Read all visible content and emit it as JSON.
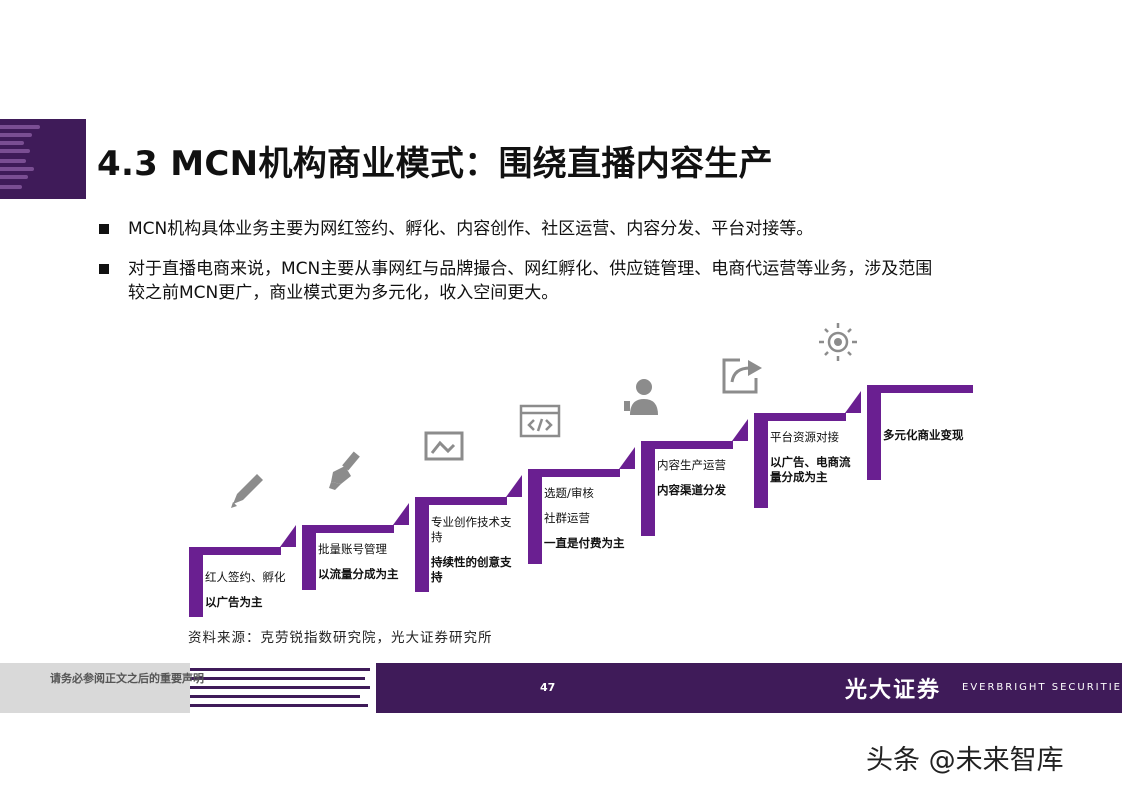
{
  "title": "4.3 MCN机构商业模式：围绕直播内容生产",
  "bullets": [
    {
      "line1": "MCN机构具体业务主要为网红签约、孵化、内容创作、社区运营、内容分发、平台对接等。"
    },
    {
      "line1": "对于直播电商来说，MCN主要从事网红与品牌撮合、网红孵化、供应链管理、电商代运营等业务，涉及范围",
      "line2": "较之前MCN更广，商业模式更为多元化，收入空间更大。"
    }
  ],
  "steps": [
    {
      "icon": "pencil-icon",
      "lines": [
        "红人签约、孵化"
      ],
      "bold": [
        "以广告为主"
      ]
    },
    {
      "icon": "brush-icon",
      "lines": [
        "批量账号管理"
      ],
      "bold": [
        "以流量分成为主"
      ]
    },
    {
      "icon": "image-edit-icon",
      "lines": [
        "专业创作技术支",
        "持"
      ],
      "bold": [
        "持续性的创意支",
        "持"
      ]
    },
    {
      "icon": "code-window-icon",
      "lines": [
        "选题/审核",
        "社群运营"
      ],
      "bold": [
        "一直是付费为主"
      ]
    },
    {
      "icon": "user-presenter-icon",
      "lines": [
        "内容生产运营"
      ],
      "bold": [
        "内容渠道分发"
      ]
    },
    {
      "icon": "share-icon",
      "lines": [
        "平台资源对接"
      ],
      "bold": [
        "以广告、电商流",
        "量分成为主"
      ]
    },
    {
      "icon": "lightbulb-icon",
      "lines": [],
      "bold": [
        "多元化商业变现"
      ]
    }
  ],
  "source": "资料来源：克劳锐指数研究院，光大证券研究所",
  "footer": {
    "disclaimer": "请务必参阅正文之后的重要声明",
    "page": "47",
    "brand_cn": "光大证券",
    "brand_en": "EVERBRIGHT SECURITIES"
  },
  "watermark": "头条 @未来智库",
  "colors": {
    "accent": "#6a1f91",
    "dark": "#3f1b59"
  }
}
